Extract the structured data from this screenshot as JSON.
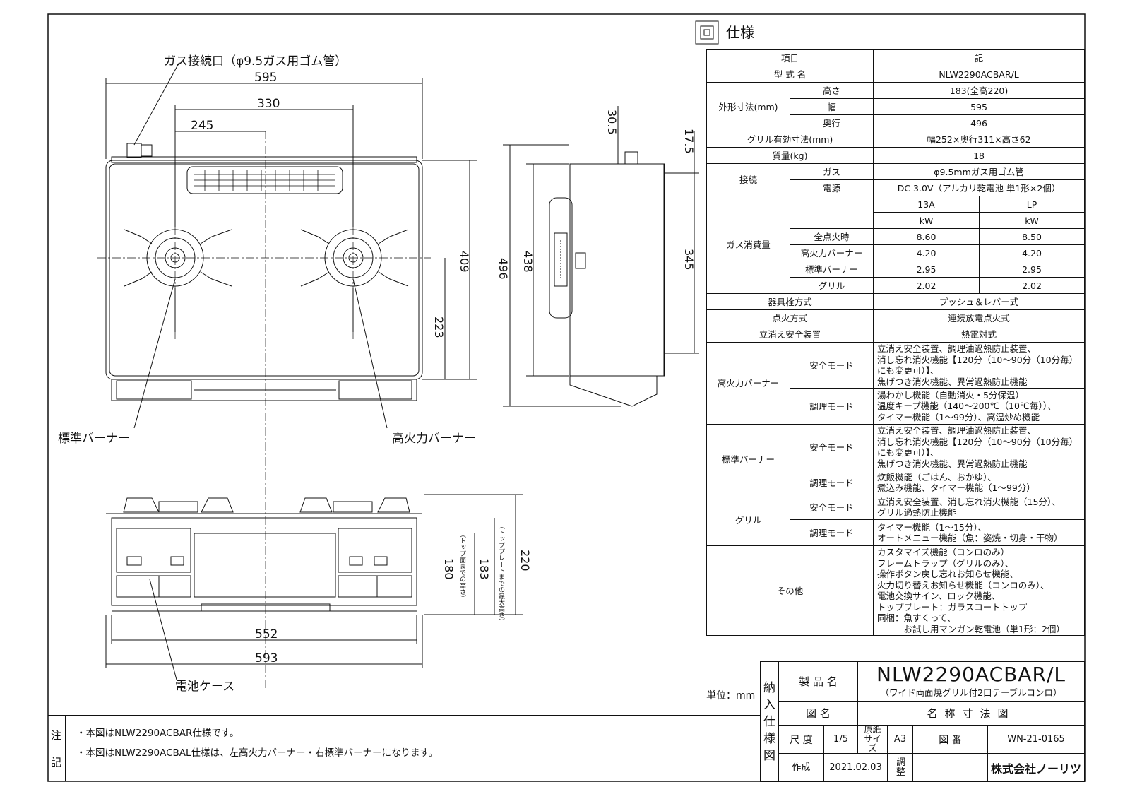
{
  "drawing": {
    "labels": {
      "gas_inlet": "ガス接続口（φ9.5ガス用ゴム管）",
      "standard_burner": "標準バーナー",
      "high_power_burner": "高火力バーナー",
      "battery_case": "電池ケース"
    },
    "dims": {
      "top_width": "595",
      "burner_spacing": "330",
      "left_burner_offset": "245",
      "top_depth": "409",
      "burner_depth": "223",
      "side_depth_total": "496",
      "side_depth_body": "438",
      "side_top_offset": "30.5",
      "side_back_offset": "17.5",
      "side_body_height": "345",
      "front_h_top": "180",
      "front_h_top_note": "（トップ面までの高さ）",
      "front_h_plate": "183",
      "front_h_plate_note": "（トッププレートまでの最大高さ）",
      "front_h_total": "220",
      "front_inner_width": "552",
      "front_width": "593"
    }
  },
  "spec": {
    "title": "仕様",
    "header": {
      "item": "項目",
      "value": "記"
    },
    "model_label": "型 式 名",
    "model_value": "NLW2290ACBAR/L",
    "outer_dim": {
      "label": "外形寸法(mm)",
      "rows": [
        {
          "k": "高さ",
          "v": "183(全高220)"
        },
        {
          "k": "幅",
          "v": "595"
        },
        {
          "k": "奥行",
          "v": "496"
        }
      ]
    },
    "grill_dim": {
      "k": "グリル有効寸法(mm)",
      "v": "幅252×奥行311×高さ62"
    },
    "mass": {
      "k": "質量(kg)",
      "v": "18"
    },
    "connection": {
      "label": "接続",
      "rows": [
        {
          "k": "ガス",
          "v": "φ9.5mmガス用ゴム管"
        },
        {
          "k": "電源",
          "v": "DC 3.0V（アルカリ乾電池 単1形×2個）"
        }
      ]
    },
    "gas": {
      "label": "ガス消費量",
      "col1": "13A",
      "col2": "LP",
      "unit1": "kW",
      "unit2": "kW",
      "rows": [
        {
          "k": "全点火時",
          "a": "8.60",
          "b": "8.50"
        },
        {
          "k": "高火力バーナー",
          "a": "4.20",
          "b": "4.20"
        },
        {
          "k": "標準バーナー",
          "a": "2.95",
          "b": "2.95"
        },
        {
          "k": "グリル",
          "a": "2.02",
          "b": "2.02"
        }
      ]
    },
    "valve": {
      "k": "器具栓方式",
      "v": "プッシュ＆レバー式"
    },
    "ignition": {
      "k": "点火方式",
      "v": "連続放電点火式"
    },
    "flame_safety": {
      "k": "立消え安全装置",
      "v": "熱電対式"
    },
    "high_burner": {
      "label": "高火力バーナー",
      "safety_label": "安全モード",
      "safety_lines": [
        "立消え安全装置、調理油過熱防止装置、",
        "消し忘れ消火機能【120分（10～90分（10分毎）",
        "にも変更可）】、",
        "焦げつき消火機能、異常過熱防止機能"
      ],
      "cook_label": "調理モード",
      "cook_lines": [
        "湯わかし機能（自動消火・5分保温）",
        "温度キープ機能（140～200℃（10℃毎））、",
        "タイマー機能（1～99分）、高温炒め機能"
      ]
    },
    "std_burner": {
      "label": "標準バーナー",
      "safety_label": "安全モード",
      "safety_lines": [
        "立消え安全装置、調理油過熱防止装置、",
        "消し忘れ消火機能【120分（10～90分（10分毎）",
        "にも変更可）】、",
        "焦げつき消火機能、異常過熱防止機能"
      ],
      "cook_label": "調理モード",
      "cook_lines": [
        "炊飯機能（ごはん、おかゆ）、",
        "煮込み機能、タイマー機能（1～99分）"
      ]
    },
    "grill": {
      "label": "グリル",
      "safety_label": "安全モード",
      "safety_lines": [
        "立消え安全装置、消し忘れ消火機能（15分）、",
        "グリル過熱防止機能"
      ],
      "cook_label": "調理モード",
      "cook_lines": [
        "タイマー機能（1～15分）、",
        "オートメニュー機能（魚：姿焼・切身・干物）"
      ]
    },
    "other": {
      "label": "その他",
      "lines": [
        "カスタマイズ機能（コンロのみ）",
        "フレームトラップ（グリルのみ）、",
        "操作ボタン戻し忘れお知らせ機能、",
        "火力切り替えお知らせ機能（コンロのみ）、",
        "電池交換サイン、ロック機能、",
        "トッププレート：ガラスコートトップ",
        "同梱：魚すくって、",
        "　　　お試し用マンガン乾電池（単1形：2個）"
      ]
    }
  },
  "info": {
    "unit": "単位：mm",
    "side_label": [
      "納",
      "入",
      "仕",
      "様",
      "図"
    ],
    "product_label": "製 品 名",
    "product_name": "NLW2290ACBAR/L",
    "product_desc": "（ワイド両面焼グリル付2口テーブルコンロ）",
    "figure_label": "図 名",
    "figure_name": "名称寸法図",
    "scale_label": "尺 度",
    "scale_value": "1/5",
    "paper_label": "原紙サイズ",
    "paper_value": "A3",
    "drawing_no_label": "図 番",
    "drawing_no": "WN-21-0165",
    "created_label": "作成",
    "created_date": "2021.02.03",
    "adjust_label": "調整",
    "company": "株式会社ノーリツ"
  },
  "notes": {
    "head": [
      "注",
      "記"
    ],
    "lines": [
      "・本図はNLW2290ACBAR仕様です。",
      "・本図はNLW2290ACBAL仕様は、左高火力バーナー・右標準バーナーになります。"
    ]
  }
}
